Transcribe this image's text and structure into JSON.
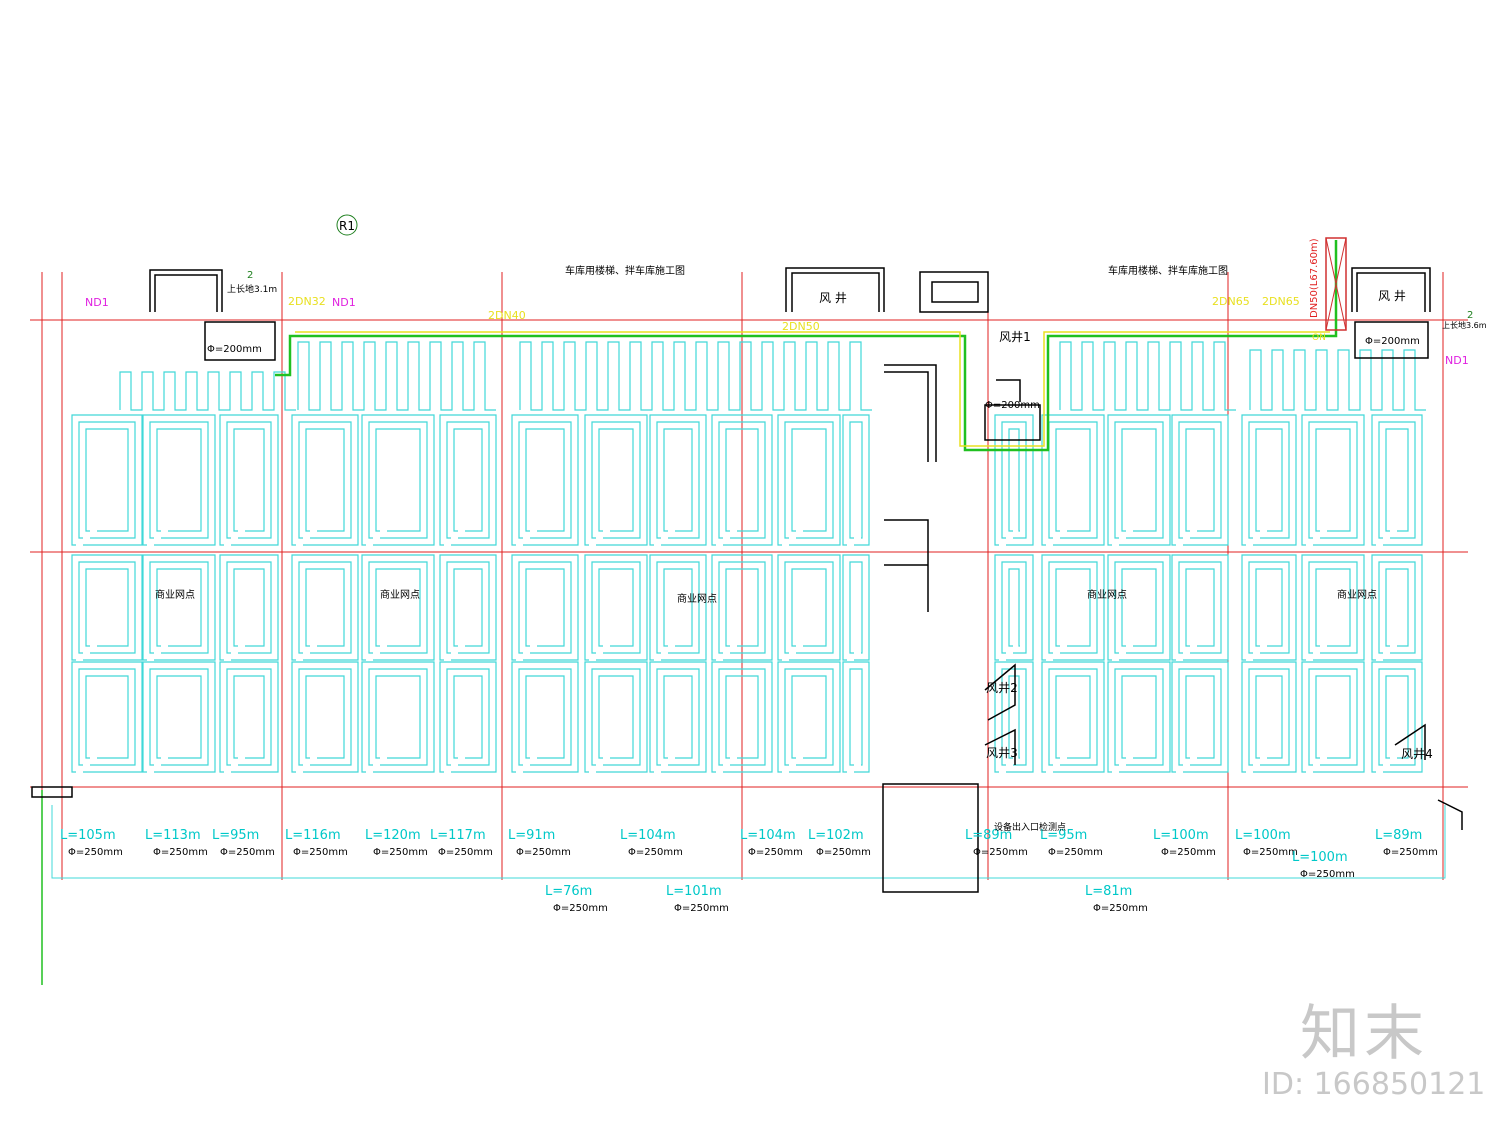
{
  "marker": "R1",
  "titles": [
    "车库用楼梯、拌车库施工图",
    "车库用楼梯、拌车库施工图"
  ],
  "room_labels": [
    "商业网点",
    "商业网点",
    "商业网点",
    "商业网点",
    "商业网点"
  ],
  "shaft_labels": [
    "风 井",
    "风 井",
    "风井1",
    "风井2",
    "风井3",
    "风井4"
  ],
  "nd_labels": [
    "ND1",
    "ND1",
    "ND1"
  ],
  "pipe_labels": [
    "2DN32",
    "2DN40",
    "2DN50",
    "2DN65",
    "2DN65"
  ],
  "misc_labels": [
    "上长地3.1m",
    "DN50(L67.60m)",
    "2",
    "2",
    "ON",
    "上长地3.6m"
  ],
  "valve_labels": [
    "Φ=200mm",
    "Φ=200mm",
    "Φ=200mm"
  ],
  "loops": [
    {
      "length": "L=105m",
      "spacing": "Φ=250mm"
    },
    {
      "length": "L=113m",
      "spacing": "Φ=250mm"
    },
    {
      "length": "L=95m",
      "spacing": "Φ=250mm"
    },
    {
      "length": "L=116m",
      "spacing": "Φ=250mm"
    },
    {
      "length": "L=120m",
      "spacing": "Φ=250mm"
    },
    {
      "length": "L=117m",
      "spacing": "Φ=250mm"
    },
    {
      "length": "L=91m",
      "spacing": "Φ=250mm"
    },
    {
      "length": "L=104m",
      "spacing": "Φ=250mm"
    },
    {
      "length": "L=104m",
      "spacing": "Φ=250mm"
    },
    {
      "length": "L=102m",
      "spacing": "Φ=250mm"
    },
    {
      "length": "L=89m",
      "spacing": "Φ=250mm"
    },
    {
      "length": "L=95m",
      "spacing": "Φ=250mm"
    },
    {
      "length": "L=100m",
      "spacing": "Φ=250mm"
    },
    {
      "length": "L=100m",
      "spacing": "Φ=250mm"
    },
    {
      "length": "L=89m",
      "spacing": "Φ=250mm"
    },
    {
      "length": "L=76m",
      "spacing": "Φ=250mm"
    },
    {
      "length": "L=101m",
      "spacing": "Φ=250mm"
    },
    {
      "length": "L=81m",
      "spacing": "Φ=250mm"
    },
    {
      "length": "L=100m",
      "spacing": "Φ=250mm"
    }
  ],
  "entrance_label": "设备出入口检测点",
  "watermark": {
    "logo": "知末",
    "id": "ID: 166850121"
  },
  "colors": {
    "pipe": "#40d8d8",
    "axis": "#e02020",
    "supply": "#20c020",
    "yellow": "#e8e020",
    "label_cyan": "#00c8c8",
    "wall": "#000000",
    "magenta": "#e020e0"
  }
}
